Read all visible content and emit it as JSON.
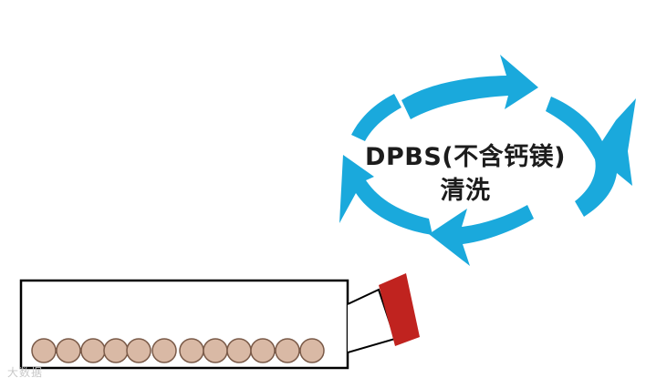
{
  "label": {
    "line1": "DPBS(不含钙镁)",
    "line2": "清洗"
  },
  "colors": {
    "arrow": "#1aa9dc",
    "bead_fill": "#d9b9a5",
    "bead_stroke": "#7a5a48",
    "cap": "#c0231f",
    "outline": "#000000"
  },
  "watermark": {
    "text": "大数据"
  }
}
